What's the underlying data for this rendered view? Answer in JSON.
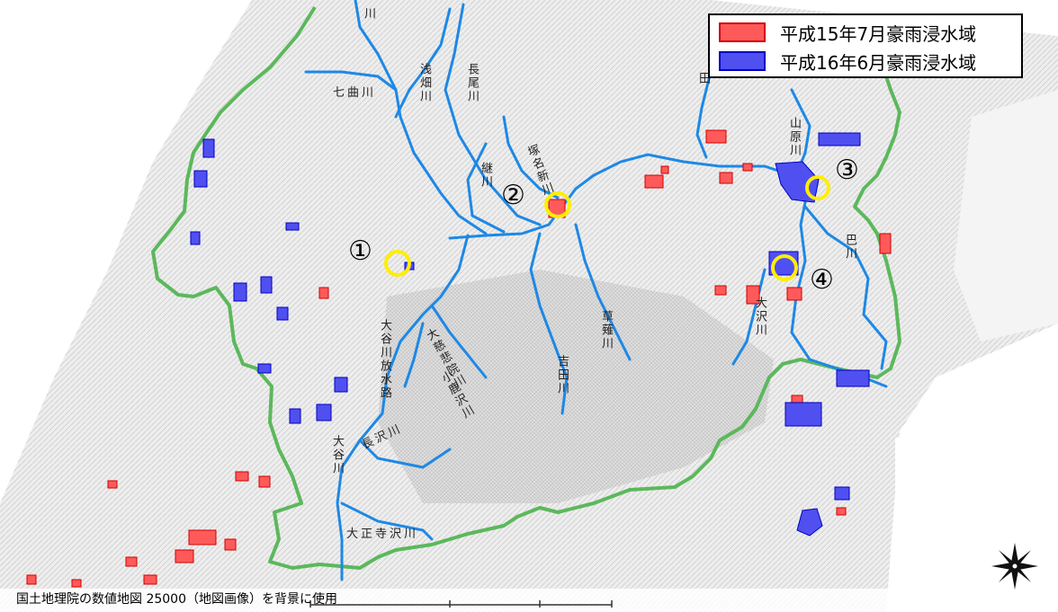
{
  "legend": {
    "items": [
      {
        "label": "平成15年7月豪雨浸水域",
        "fill": "#ff5a5a",
        "stroke": "#d00000"
      },
      {
        "label": "平成16年6月豪雨浸水域",
        "fill": "#5050f0",
        "stroke": "#0000c0"
      }
    ]
  },
  "markers": [
    "①",
    "②",
    "③",
    "④"
  ],
  "rivers": {
    "r1": "七曲川",
    "r2": "浅畑川",
    "r3": "長尾川",
    "r4": "塚名新川",
    "r5": "継川",
    "r6": "山原川",
    "r7": "巴川",
    "r8": "大沢川",
    "r9": "大谷川放水路",
    "r10": "大慈悲院川",
    "r11": "小鹿沢川",
    "r12": "吉田川",
    "r13": "草薙川",
    "r14": "大谷川",
    "r15": "長沢川",
    "r16": "大正寺沢川",
    "r17": "川",
    "r18": "田"
  },
  "credit": "国土地理院の数値地図 25000（地図画像）を背景に使用",
  "colors": {
    "boundary": "#5cb85c",
    "river": "#1e88e5",
    "marker_ring": "#ffee00",
    "flood_2003": "#ff5a5a",
    "flood_2004": "#5050f0",
    "basemap": "#ececec",
    "sea": "#ffffff"
  }
}
